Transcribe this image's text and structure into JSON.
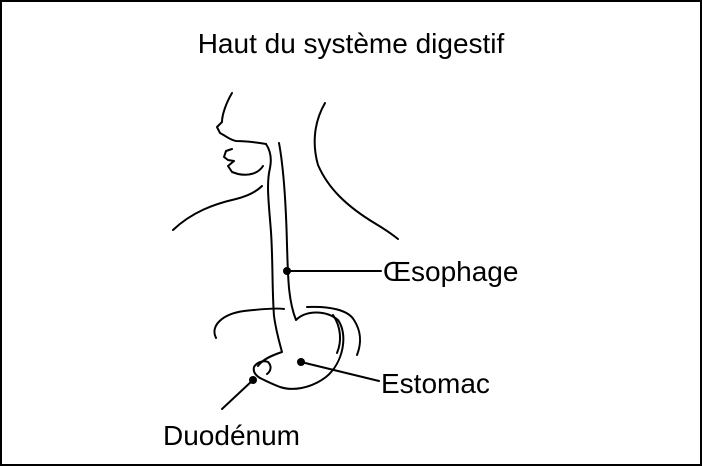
{
  "title": "Haut du système digestif",
  "labels": {
    "esophagus": "Œsophage",
    "stomach": "Estomac",
    "duodenum": "Duodénum"
  },
  "colors": {
    "stroke": "#000000",
    "background": "#ffffff"
  }
}
